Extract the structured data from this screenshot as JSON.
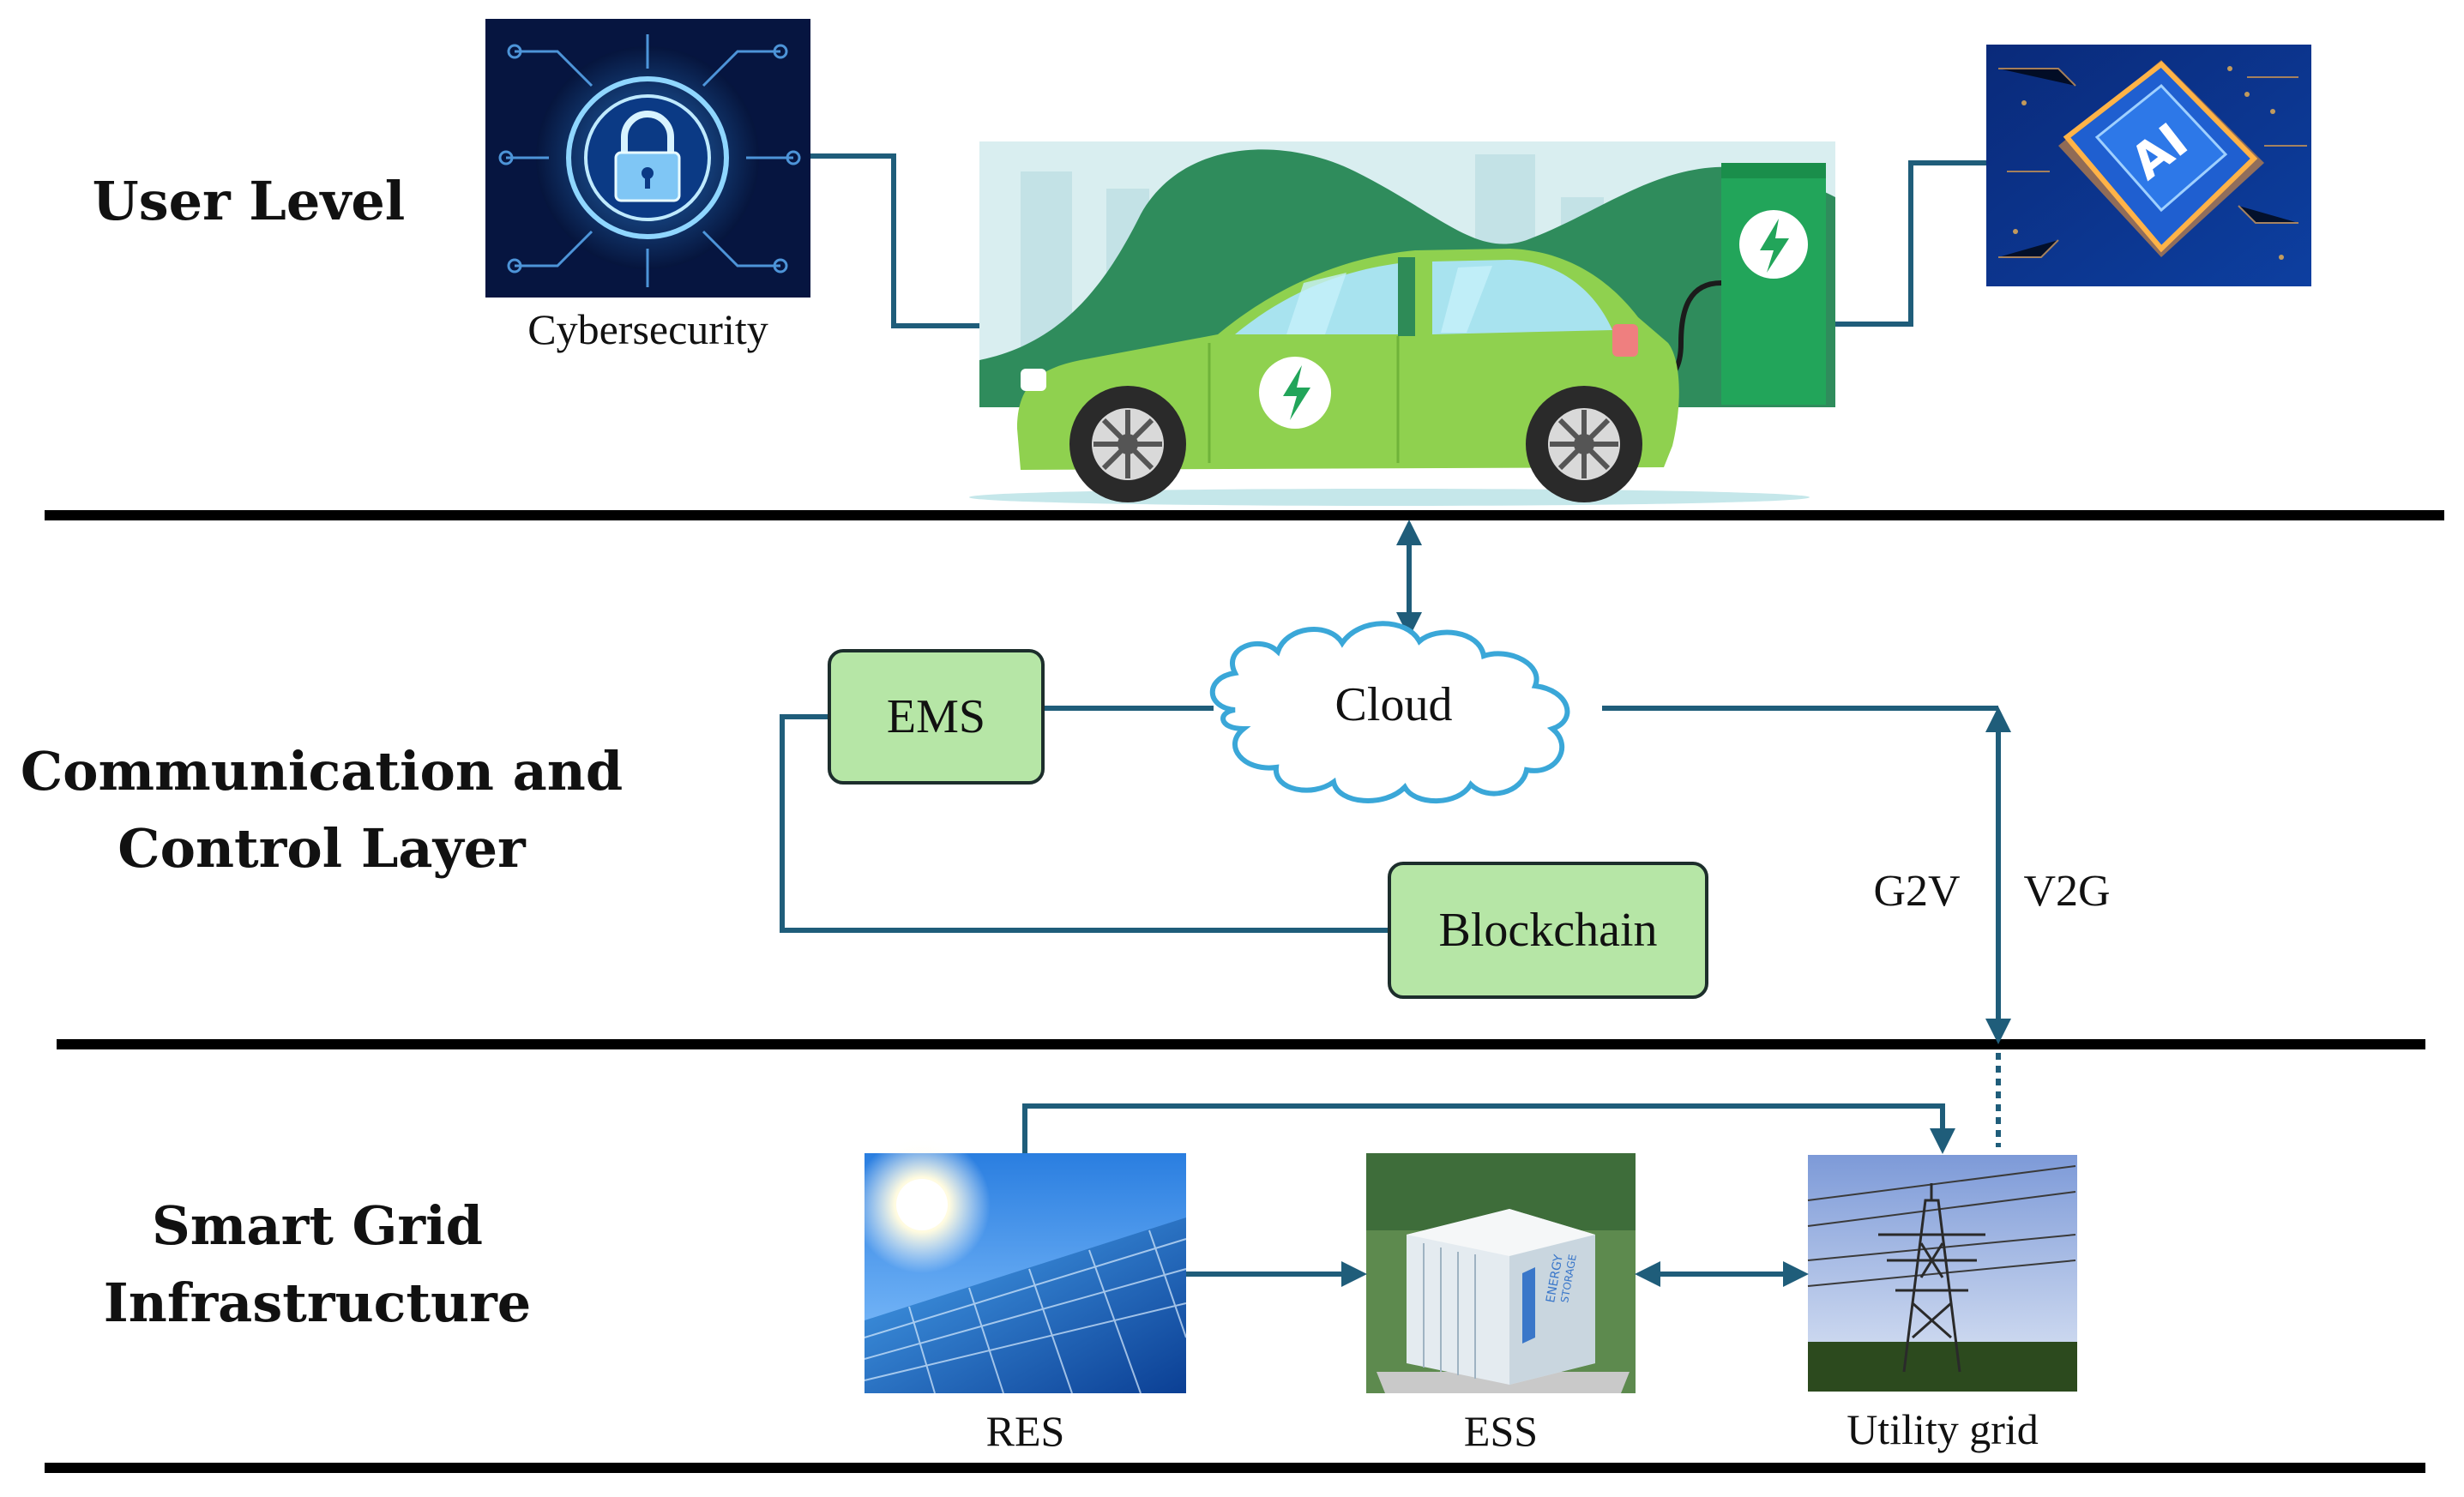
{
  "layers": {
    "user": {
      "label": "User Level"
    },
    "comm": {
      "label_line1": "Communication and",
      "label_line2": "Control Layer"
    },
    "grid": {
      "label_line1": "Smart Grid",
      "label_line2": "Infrastructure"
    }
  },
  "user_level": {
    "cybersecurity": {
      "caption": "Cybersecurity",
      "icon": "padlock-circuit-icon"
    },
    "ai": {
      "chip_text": "AI",
      "icon": "ai-chip-icon"
    },
    "ev": {
      "icon": "electric-car-charging-icon"
    }
  },
  "comm_layer": {
    "ems": "EMS",
    "cloud": "Cloud",
    "blockchain": "Blockchain",
    "g2v": "G2V",
    "v2g": "V2G"
  },
  "grid_layer": {
    "res": {
      "caption": "RES",
      "icon": "solar-panel-icon"
    },
    "ess": {
      "caption": "ESS",
      "icon": "energy-storage-container-icon",
      "container_text_1": "ENERGY",
      "container_text_2": "STORAGE"
    },
    "utility": {
      "caption": "Utility grid",
      "icon": "transmission-tower-icon"
    }
  },
  "colors": {
    "connector": "#1f5d7a",
    "box_fill": "#b6e6a6",
    "divider": "#000000",
    "cloud_stroke": "#3aa7d8",
    "ev_green": "#8fd14f",
    "dark_green": "#2e8b57"
  }
}
